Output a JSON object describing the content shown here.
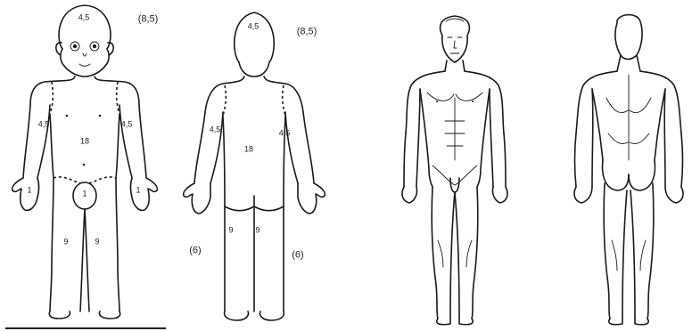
{
  "figures": [
    {
      "view": "child-front",
      "labels": {
        "head": "4,5",
        "head_total": "(8,5)",
        "arm_left": "4,5",
        "arm_right": "4,5",
        "trunk": "18",
        "hand_left": "1",
        "hand_right": "1",
        "genital": "1",
        "leg_left": "9",
        "leg_right": "9"
      }
    },
    {
      "view": "child-back",
      "labels": {
        "head": "4,5",
        "head_total": "(8,5)",
        "arm_left": "4,5",
        "arm_right": "4,5",
        "trunk": "18",
        "leg_left": "9",
        "leg_right": "9",
        "leg_total_left": "(6)",
        "leg_total_right": "(6)"
      }
    },
    {
      "view": "adult-front"
    },
    {
      "view": "adult-back"
    }
  ]
}
